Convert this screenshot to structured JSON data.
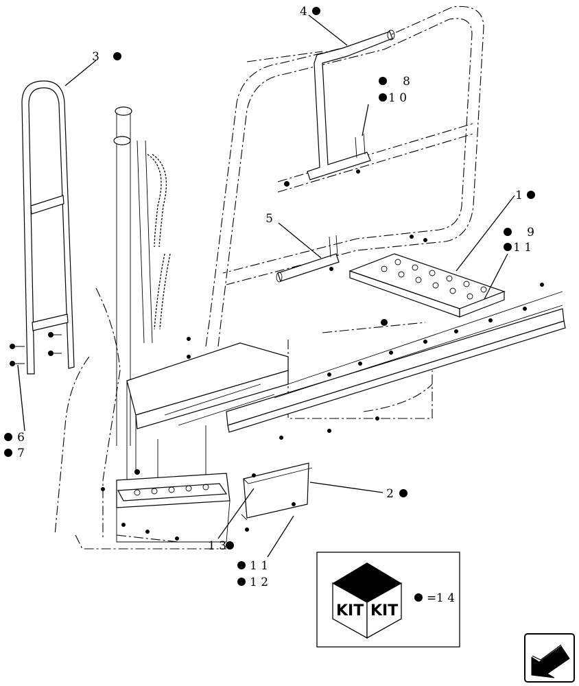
{
  "diagram": {
    "callouts": [
      {
        "id": "c1",
        "label": "1",
        "marker": true
      },
      {
        "id": "c2",
        "label": "2",
        "marker": true
      },
      {
        "id": "c3",
        "label": "3",
        "marker": true
      },
      {
        "id": "c4",
        "label": "4",
        "marker": true
      },
      {
        "id": "c5",
        "label": "5",
        "marker": false
      },
      {
        "id": "c6",
        "label": "6",
        "marker": true
      },
      {
        "id": "c7",
        "label": "7",
        "marker": true
      },
      {
        "id": "c8",
        "label": "8",
        "marker": true
      },
      {
        "id": "c9",
        "label": "9",
        "marker": true
      },
      {
        "id": "c10",
        "label": "1 0",
        "marker": true
      },
      {
        "id": "c11a",
        "label": "1 1",
        "marker": true
      },
      {
        "id": "c11b",
        "label": "1 1",
        "marker": true
      },
      {
        "id": "c12",
        "label": "1 2",
        "marker": true
      },
      {
        "id": "c13",
        "label": "1 3",
        "marker": true
      }
    ],
    "legend": {
      "kit_left": "KIT",
      "kit_right": "KIT",
      "equals": "=",
      "number": "1 4"
    },
    "nav_icon": "back-arrow-icon"
  }
}
